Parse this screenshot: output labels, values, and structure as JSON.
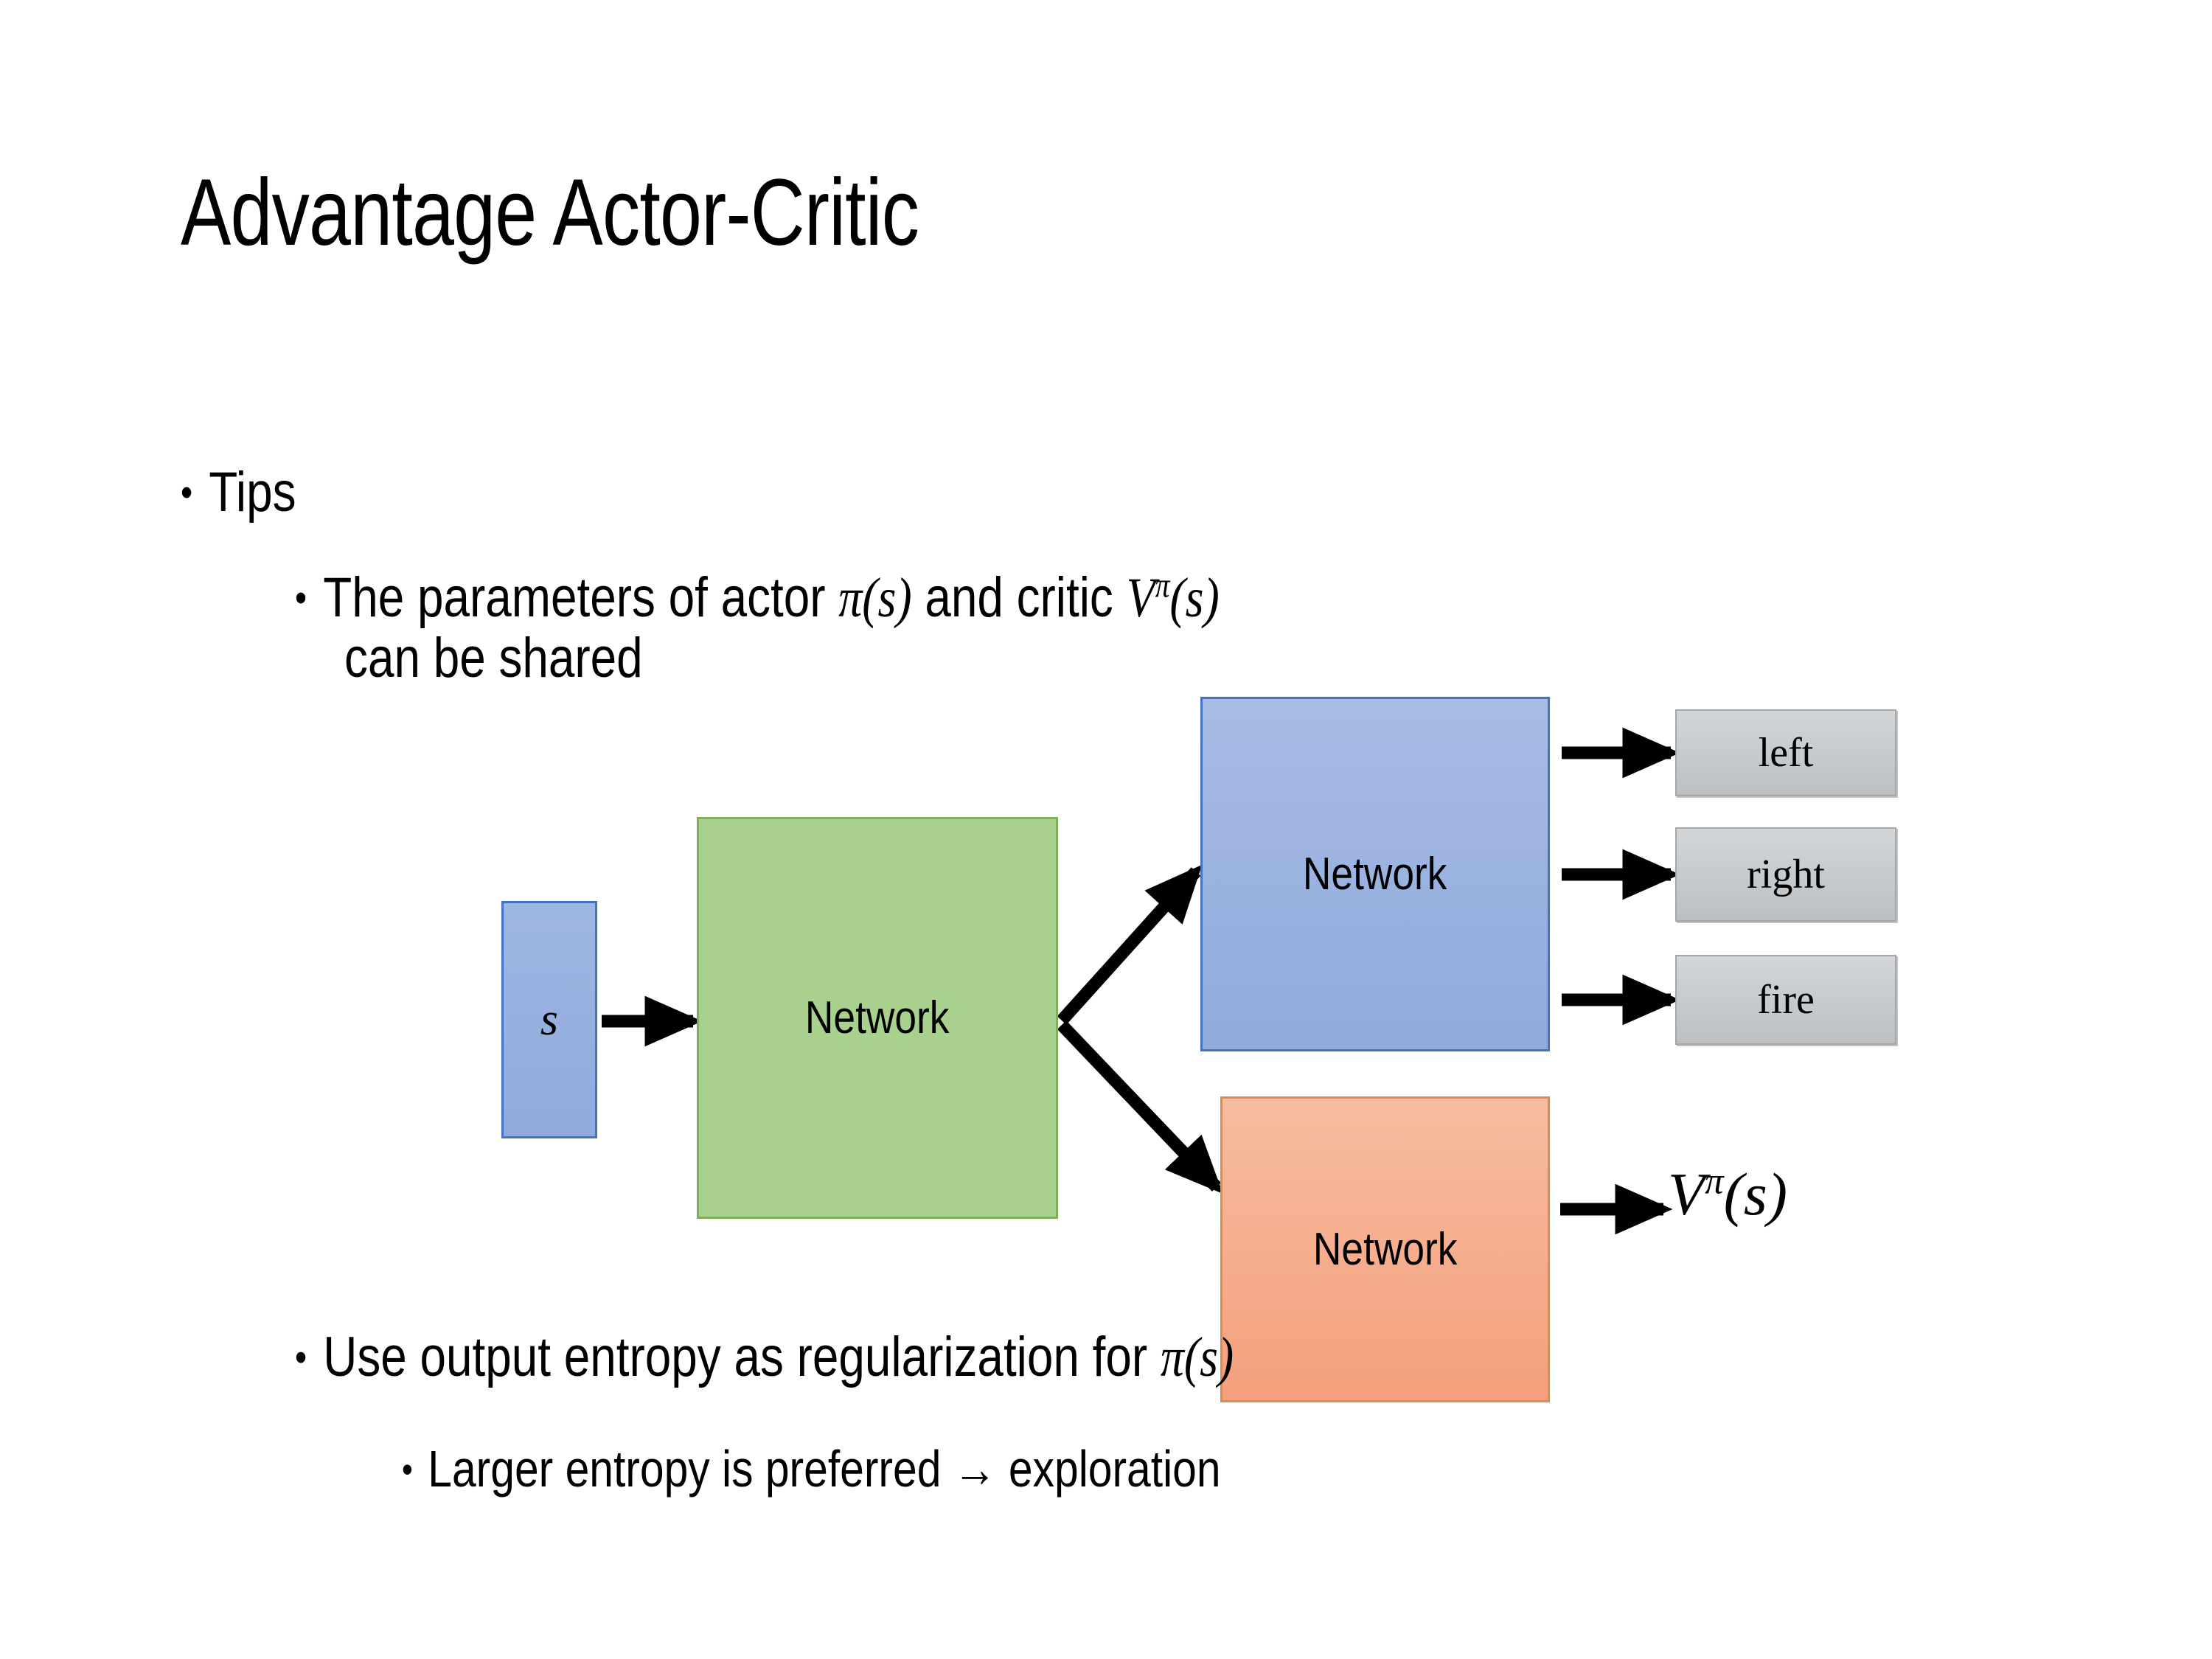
{
  "slide": {
    "title": "Advantage Actor-Critic"
  },
  "bullets": {
    "tips": "Tips",
    "parameters_line_prefix": "The parameters of actor ",
    "parameters_actor_math": "π(s)",
    "parameters_mid": "  and critic ",
    "parameters_critic_base": "V",
    "parameters_critic_sup": "π",
    "parameters_critic_arg": "(s)",
    "parameters_line2": "can be shared",
    "entropy_prefix": "Use output entropy as regularization for ",
    "entropy_math": "π(s)",
    "larger_entropy": "Larger entropy is preferred → exploration",
    "bullet_glyph": "•"
  },
  "diagram": {
    "state_label": "s",
    "shared_network_label": "Network",
    "actor_network_label": "Network",
    "critic_network_label": "Network",
    "outputs": [
      {
        "label": "left"
      },
      {
        "label": "right"
      },
      {
        "label": "fire"
      }
    ],
    "critic_value_base": "V",
    "critic_value_sup": "π",
    "critic_value_arg": "(s)",
    "colors": {
      "state_fill": "#8FAADC",
      "state_border": "#4472C4",
      "shared_fill": "#A9D18E",
      "shared_border": "#7FAF5A",
      "actor_fill": "#8FAADC",
      "actor_border": "#4472C4",
      "critic_fill": "#F4A07C",
      "critic_border": "#E08A4E",
      "output_fill": "#C6CACC",
      "output_border": "#A6A6A6",
      "arrow": "#000000",
      "background": "#FFFFFF",
      "text": "#000000"
    }
  }
}
